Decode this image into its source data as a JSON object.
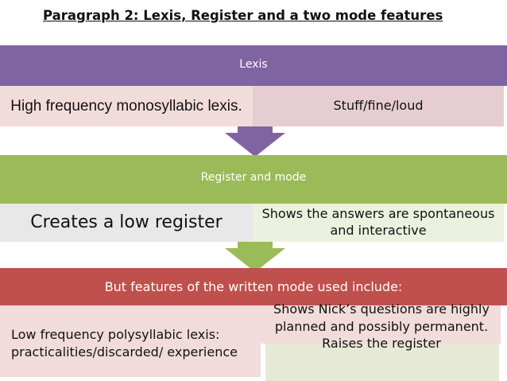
{
  "title": "Paragraph 2: Lexis, Register and a two mode features",
  "lexis": {
    "header": "Lexis",
    "left": "High frequency monosyllabic lexis.",
    "right": "Stuff/fine/loud"
  },
  "register": {
    "header": "Register and mode",
    "left": "Creates a low register",
    "right": "Shows the answers are spontaneous and interactive"
  },
  "written": {
    "header": "But features of the written mode used include:",
    "left": "Low frequency polysyllabic lexis: practicalities/discarded/ experience",
    "right": "Shows Nick’s questions are highly planned and possibly permanent. Raises the register"
  },
  "colors": {
    "lexis": "#8064a2",
    "register": "#9bbb59",
    "written": "#c0504d"
  }
}
